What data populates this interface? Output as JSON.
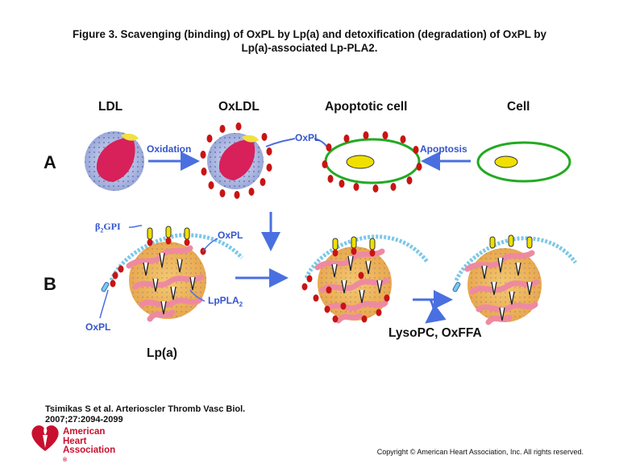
{
  "title": {
    "line1": "Figure 3. Scavenging (binding) of OxPL by Lp(a) and detoxification (degradation) of OxPL by",
    "line2": "Lp(a)-associated Lp-PLA2."
  },
  "column_labels": {
    "ldl": "LDL",
    "oxldl": "OxLDL",
    "apoptotic_cell": "Apoptotic cell",
    "cell": "Cell"
  },
  "row_labels": {
    "a": "A",
    "b": "B"
  },
  "arrow_labels": {
    "oxidation": "Oxidation",
    "apoptosis": "Apoptosis",
    "oxpl_top": "OxPL"
  },
  "panel_b_labels": {
    "b2gpi_prefix": "β",
    "b2gpi_sub": "2",
    "b2gpi_suffix": "GPI",
    "oxpl_upper": "OxPL",
    "oxpl_lower": "OxPL",
    "lppla2_prefix": "LpPLA",
    "lppla2_sub": "2",
    "lpa": "Lp(a)",
    "products": "LysoPC, OxFFA"
  },
  "citation": {
    "line1": "Tsimikas S et al. Arterioscler Thromb Vasc Biol.",
    "line2": "2007;27:2094-2099"
  },
  "logo": {
    "line1": "American",
    "line2": "Heart",
    "line3": "Association",
    "mark": "®"
  },
  "copyright": "Copyright © American Heart Association, Inc. All rights reserved.",
  "colors": {
    "arrow_blue": "#4a6fe0",
    "oxpl_red": "#c81414",
    "cell_green": "#22aa22",
    "nucleus_yellow": "#f0e000",
    "lpa_core": "#f0c060",
    "apo_pink": "#ee8aa0",
    "aha_red": "#c8102e"
  }
}
